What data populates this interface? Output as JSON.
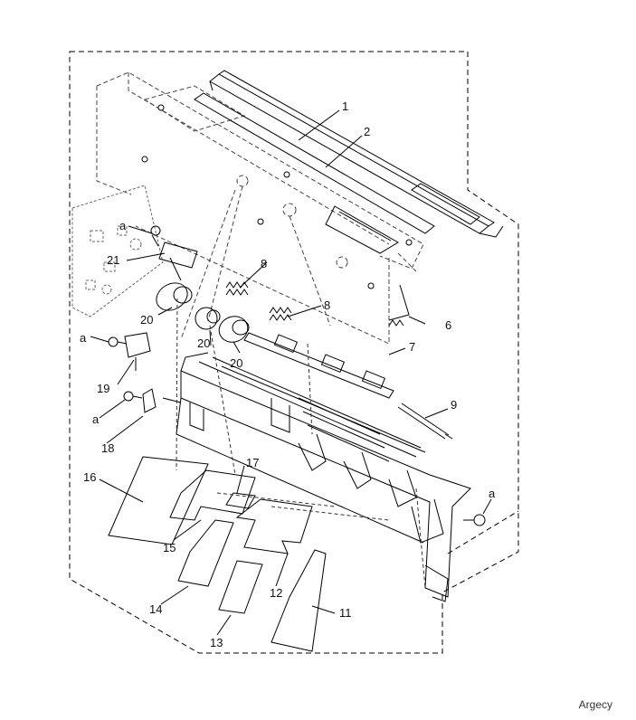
{
  "callouts": {
    "c1": "1",
    "c2": "2",
    "c6": "6",
    "c7": "7",
    "c8a": "8",
    "c8b": "8",
    "c9": "9",
    "c11": "11",
    "c12": "12",
    "c13": "13",
    "c14": "14",
    "c15": "15",
    "c16": "16",
    "c17": "17",
    "c18": "18",
    "c19": "19",
    "c20a": "20",
    "c20b": "20",
    "c20c": "20",
    "c21": "21",
    "ca1": "a",
    "ca2": "a",
    "ca3": "a",
    "ca4": "a"
  },
  "watermark": "Argecy",
  "colors": {
    "line": "#000000",
    "grey": "#555555"
  }
}
